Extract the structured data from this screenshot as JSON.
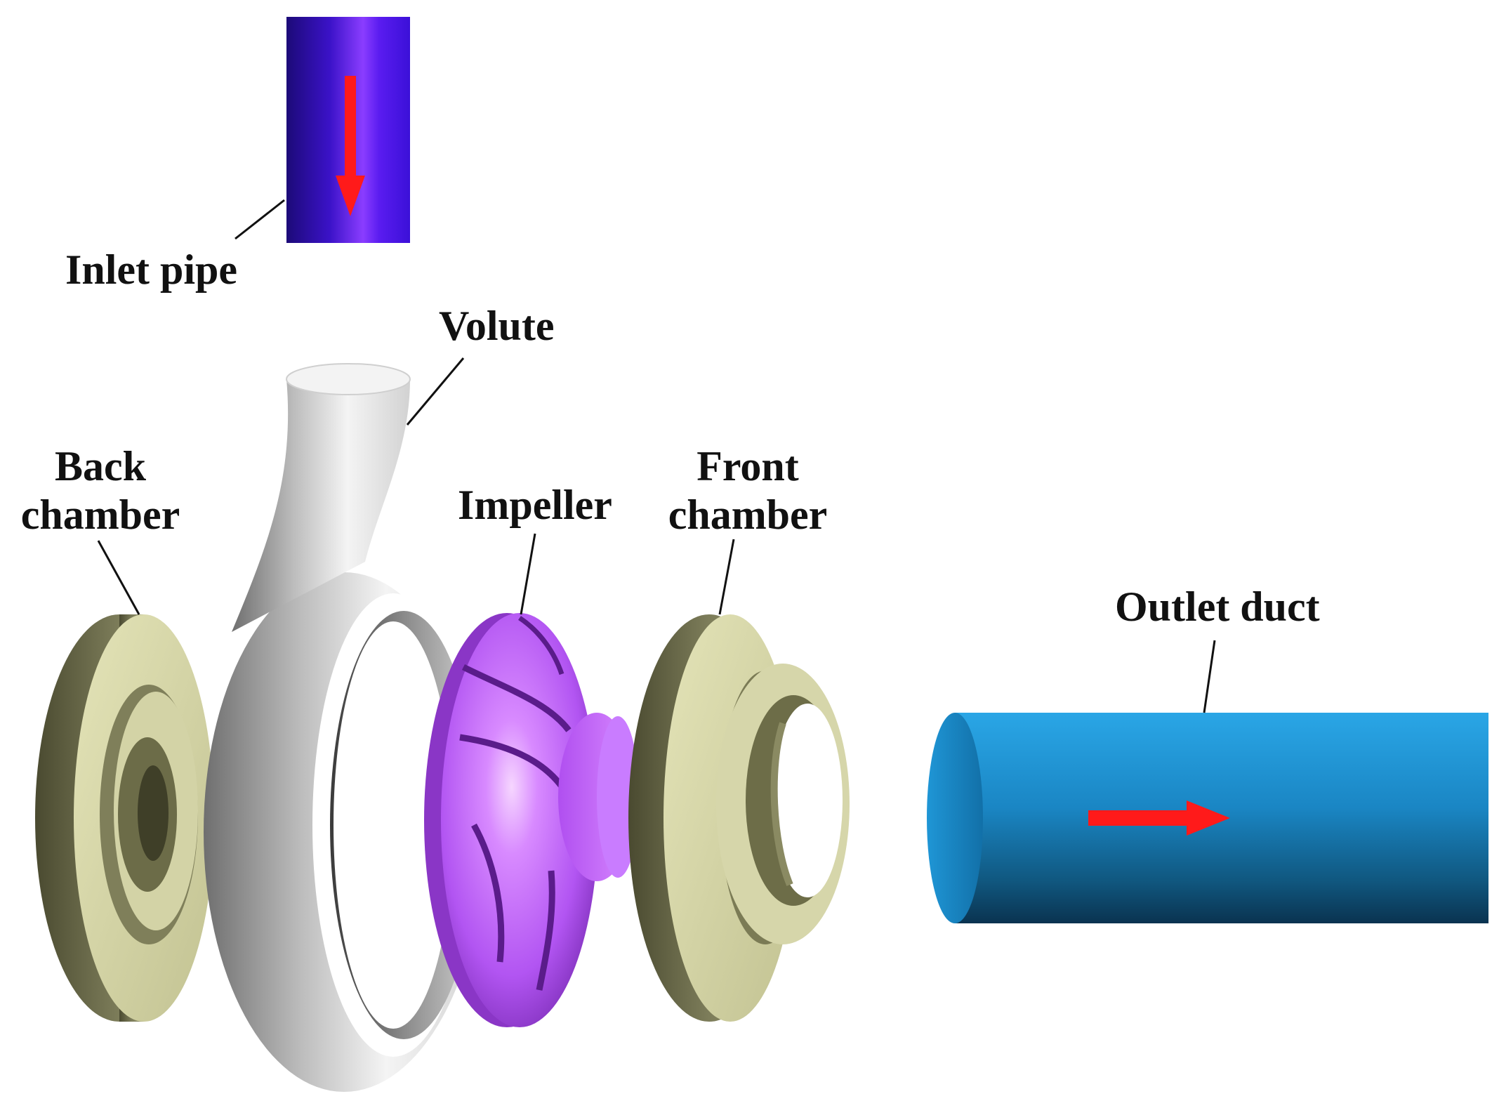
{
  "labels": {
    "inlet_pipe": "Inlet pipe",
    "volute": "Volute",
    "back_chamber_line1": "Back",
    "back_chamber_line2": "chamber",
    "impeller": "Impeller",
    "front_chamber_line1": "Front",
    "front_chamber_line2": "chamber",
    "outlet_duct": "Outlet duct"
  },
  "colors": {
    "inlet_pipe": "#4a10e8",
    "volute": "#d8d8d8",
    "chamber": "#c9c999",
    "impeller": "#c266ff",
    "outlet_duct": "#1c86c4",
    "flow_arrow": "#ff1a1a"
  },
  "icons": {
    "inlet_flow": "arrow-down-icon",
    "outlet_flow": "arrow-right-icon"
  }
}
